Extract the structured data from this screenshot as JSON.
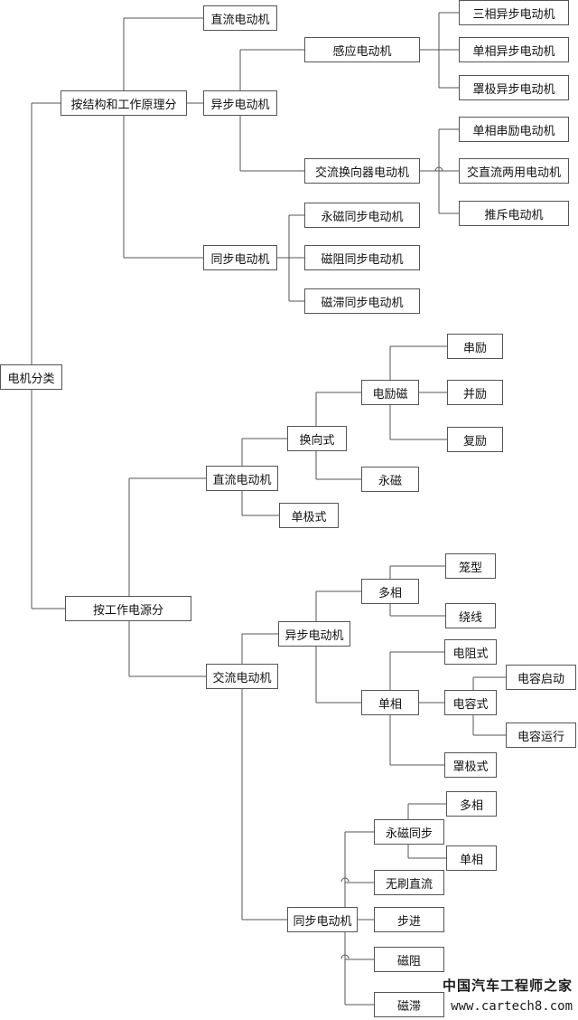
{
  "diagram": {
    "root": "电机分类",
    "branches": [
      {
        "label": "按结构和工作原理分",
        "children": [
          {
            "label": "直流电动机"
          },
          {
            "label": "异步电动机",
            "children": [
              {
                "label": "感应电动机",
                "children": [
                  {
                    "label": "三相异步电动机"
                  },
                  {
                    "label": "单相异步电动机"
                  },
                  {
                    "label": "罩极异步电动机"
                  }
                ]
              },
              {
                "label": "交流换向器电动机",
                "children": [
                  {
                    "label": "单相串励电动机"
                  },
                  {
                    "label": "交直流两用电动机"
                  },
                  {
                    "label": "推斥电动机"
                  }
                ]
              }
            ]
          },
          {
            "label": "同步电动机",
            "children": [
              {
                "label": "永磁同步电动机"
              },
              {
                "label": "磁阻同步电动机"
              },
              {
                "label": "磁滞同步电动机"
              }
            ]
          }
        ]
      },
      {
        "label": "按工作电源分",
        "children": [
          {
            "label": "直流电动机",
            "children": [
              {
                "label": "换向式",
                "children": [
                  {
                    "label": "电励磁",
                    "children": [
                      {
                        "label": "串励"
                      },
                      {
                        "label": "并励"
                      },
                      {
                        "label": "复励"
                      }
                    ]
                  },
                  {
                    "label": "永磁"
                  }
                ]
              },
              {
                "label": "单极式"
              }
            ]
          },
          {
            "label": "交流电动机",
            "children": [
              {
                "label": "异步电动机",
                "children": [
                  {
                    "label": "多相",
                    "children": [
                      {
                        "label": "笼型"
                      },
                      {
                        "label": "绕线"
                      }
                    ]
                  },
                  {
                    "label": "单相",
                    "children": [
                      {
                        "label": "电阻式"
                      },
                      {
                        "label": "电容式",
                        "children": [
                          {
                            "label": "电容启动"
                          },
                          {
                            "label": "电容运行"
                          }
                        ]
                      },
                      {
                        "label": "罩极式"
                      }
                    ]
                  }
                ]
              },
              {
                "label": "同步电动机",
                "children": [
                  {
                    "label": "永磁同步",
                    "children": [
                      {
                        "label": "多相"
                      },
                      {
                        "label": "单相"
                      }
                    ]
                  },
                  {
                    "label": "无刷直流"
                  },
                  {
                    "label": "步进"
                  },
                  {
                    "label": "磁阻"
                  },
                  {
                    "label": "磁滞"
                  }
                ]
              }
            ]
          }
        ]
      }
    ]
  },
  "watermark": {
    "name": "中国汽车工程师之家",
    "url": "www.cartech8.com"
  }
}
